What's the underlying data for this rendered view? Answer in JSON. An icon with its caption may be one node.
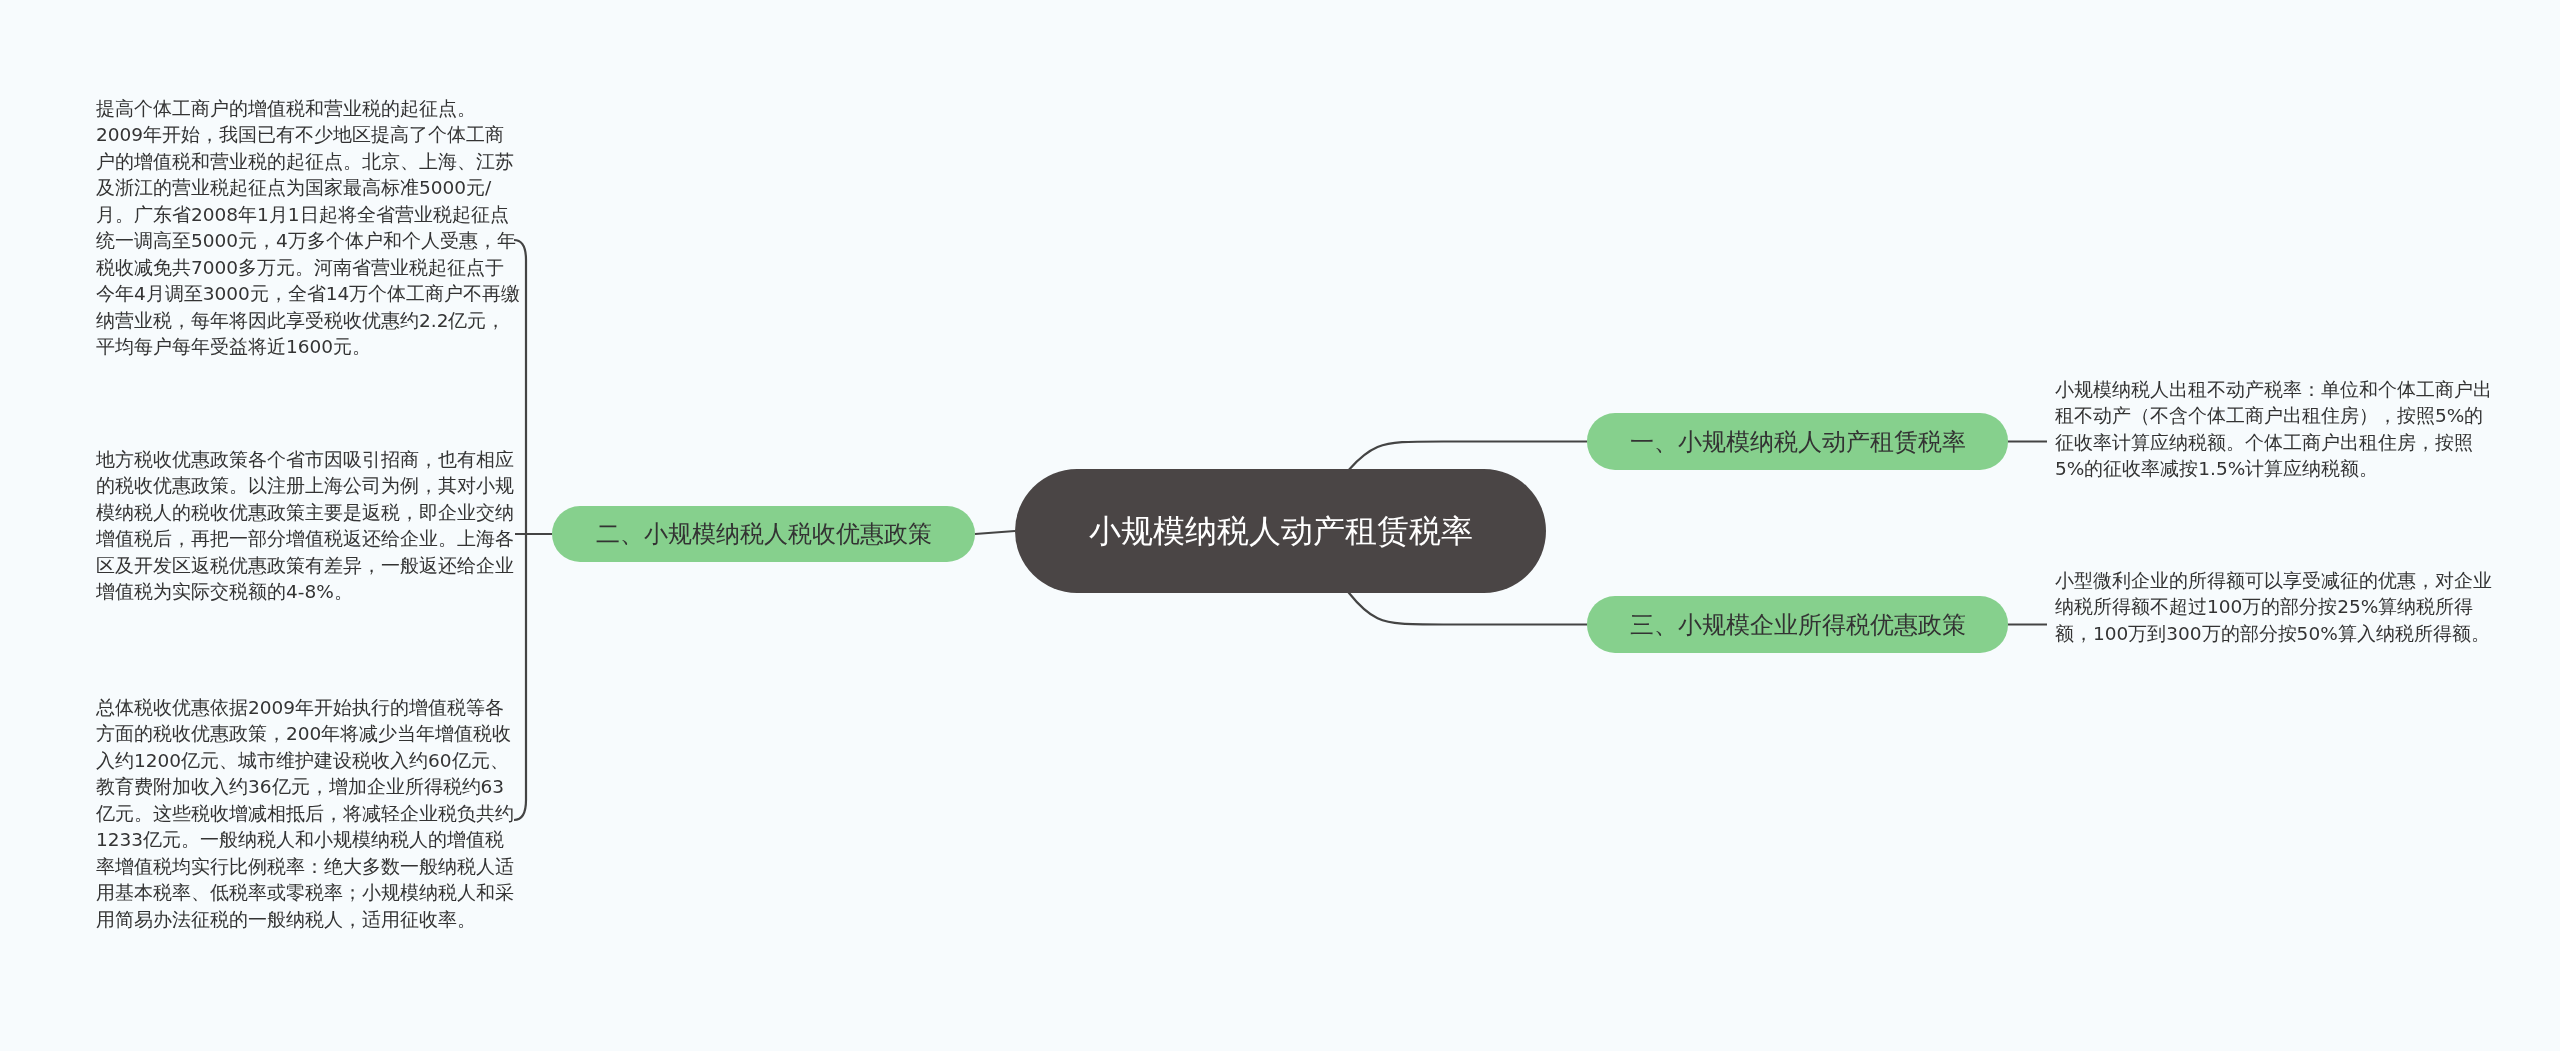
{
  "diagram": {
    "nodes": [
      {
        "text": [
          "小规模纳税人动产租赁税率"
        ]
      },
      {
        "text": [
          "一、小规模纳税人动产租赁税率"
        ]
      },
      {
        "text": [
          "小规模纳税人出租不动产税率：单位和个体工商户出租不动产（不含个体工商户出租住房），按照5%的征收率计算应纳税额。个体工商户出租住房，按照5%的征收率减按1.5%计算应纳税额。"
        ]
      },
      {
        "text": [
          "三、小规模企业所得税优惠政策"
        ]
      },
      {
        "text": [
          "小型微利企业的所得额可以享受减征的优惠，对企业纳税所得额不超过100万的部分按25%算纳税所得额，100万到300万的部分按50%算入纳税所得额。"
        ]
      },
      {
        "text": [
          "二、小规模纳税人税收优惠政策"
        ]
      },
      {
        "text": [
          "提高个体工商户的增值税和营业税的起征点。2009年开始，我国已有不少地区提高了个体工商户的增值税和营业税的起征点。北京、上海、江苏及浙江的营业税起征点为国家最高标准5000元/月。广东省2008年1月1日起将全省营业税起征点统一调高至5000元，4万多个体户和个人受惠，年税收减免共7000多万元。河南省营业税起征点于今年4月调至3000元，全省14万个体工商户不再缴纳营业税，每年将因此享受税收优惠约2.2亿元，平均每户每年受益将近1600元。"
        ]
      },
      {
        "text": [
          "地方税收优惠政策各个省市因吸引招商，也有相应的税收优惠政策。以注册上海公司为例，其对小规模纳税人的税收优惠政策主要是返税，即企业交纳增值税后，再把一部分增值税返还给企业。上海各区及开发区返税优惠政策有差异，一般返还给企业增值税为实际交税额的4-8%。"
        ]
      },
      {
        "text": [
          "总体税收优惠依据2009年开始执行的增值税等各方面的税收优惠政策，200年将减少当年增值税收入约1200亿元、城市维护建设税收入约60亿元、教育费附加收入约36亿元，增加企业所得税约63亿元。这些税收增减相抵后，将减轻企业税负共约1233亿元。一般纳税人和小规模纳税人的增值税率增值税均实行比例税率：绝大多数一般纳税人适用基本税率、低税率或零税率；小规模纳税人和采用简易办法征税的一般纳税人，适用征收率。"
        ]
      }
    ],
    "edges": [
      {
        "from": 0,
        "to": 1,
        "arrow": "none"
      },
      {
        "from": 1,
        "to": 2,
        "arrow": "none"
      },
      {
        "from": 0,
        "to": 3,
        "arrow": "none"
      },
      {
        "from": 3,
        "to": 4,
        "arrow": "none"
      },
      {
        "from": 0,
        "to": 5,
        "arrow": "none"
      },
      {
        "from": 5,
        "to": 6,
        "arrow": "none"
      },
      {
        "from": 5,
        "to": 7,
        "arrow": "none"
      },
      {
        "from": 5,
        "to": 8,
        "arrow": "none"
      }
    ]
  }
}
